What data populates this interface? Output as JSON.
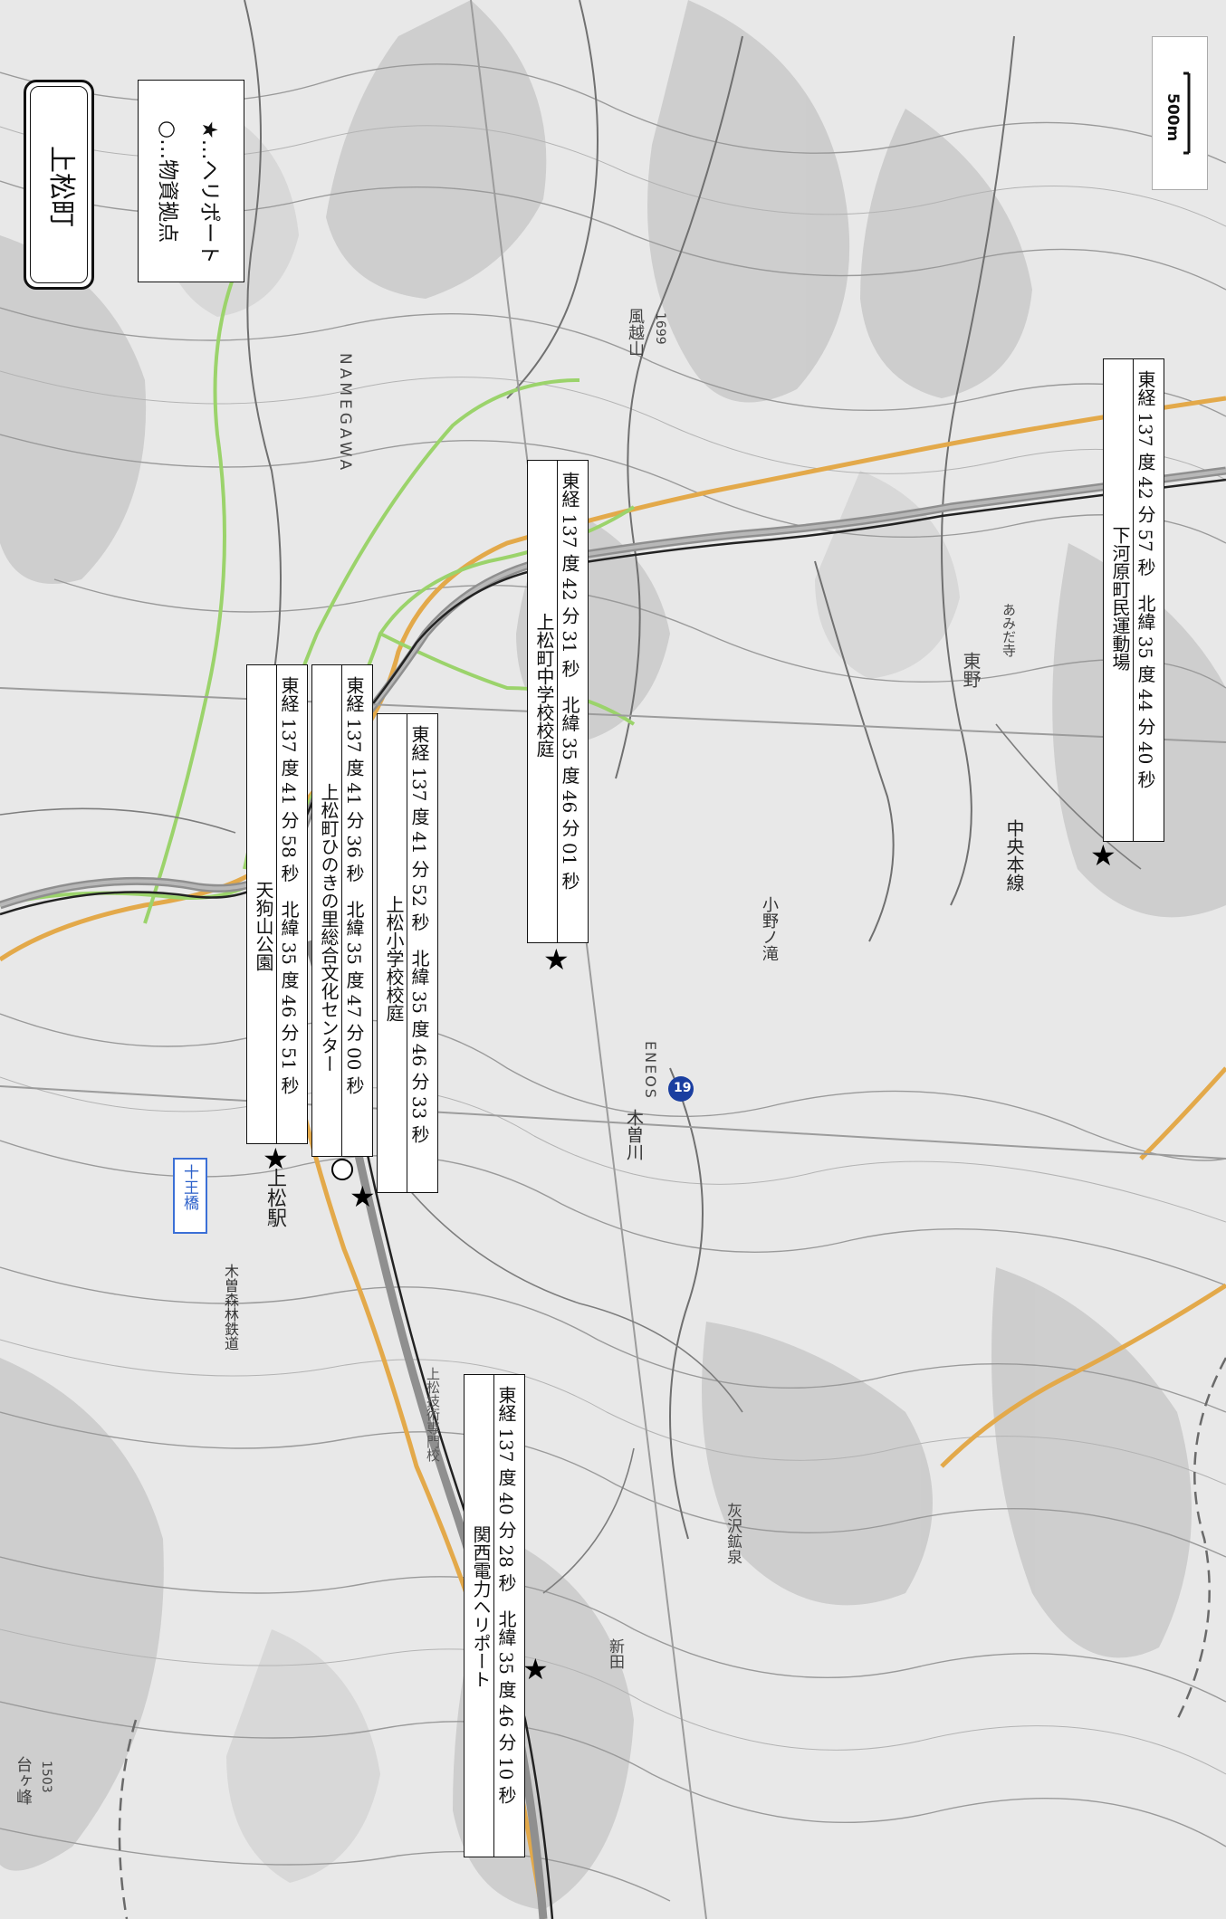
{
  "title": "上松町",
  "legend": {
    "depot": "○…物資拠点",
    "heliport": "★…ヘリポート"
  },
  "scale_bar": {
    "label": "500m"
  },
  "sites": [
    {
      "id": "tengu",
      "name": "天狗山公園",
      "coords": "東経 137 度 41 分 58 秒　北緯 35 度 46 分 51 秒",
      "marker": "★"
    },
    {
      "id": "hinoki",
      "name": "上松町ひのきの里総合文化センター",
      "coords": "東経 137 度 41 分 36 秒　北緯 35 度 47 分 00 秒",
      "marker": "○"
    },
    {
      "id": "elem",
      "name": "上松小学校校庭",
      "coords": "東経 137 度 41 分 52 秒　北緯 35 度 46 分 33 秒",
      "marker": "★"
    },
    {
      "id": "junior",
      "name": "上松町中学校校庭",
      "coords": "東経 137 度 42 分 31 秒　北緯 35 度 46 分 01 秒",
      "marker": "★"
    },
    {
      "id": "shimo",
      "name": "下河原町民運動場",
      "coords": "東経 137 度 42 分 57 秒　北緯 35 度 44 分 40 秒",
      "marker": "★"
    },
    {
      "id": "kansai",
      "name": "関西電力ヘリポート",
      "coords": "東経 137 度 40 分 28 秒　北緯 35 度 46 分 10 秒",
      "marker": "★"
    }
  ],
  "map_labels": {
    "mountain_kazakoshi": "風越山",
    "elev_kazakoshi": "1699",
    "mountain_daigamine": "台ヶ峰",
    "elev_daigamine": "1503",
    "nameagawa": "NAMEGAWA",
    "station": "上松駅",
    "jr_line": "中央本線",
    "route": "19",
    "river": "木曽川",
    "shinden": "新田",
    "onsen": "灰沢鉱泉",
    "higashino": "東野",
    "temple": "あみだ寺",
    "onotaki": "小野ノ滝",
    "station_sign": "十王橋",
    "eneos": "ENEOS",
    "forest_railway": "木曽森林鉄道",
    "kisoji": "上松技術専門校"
  }
}
